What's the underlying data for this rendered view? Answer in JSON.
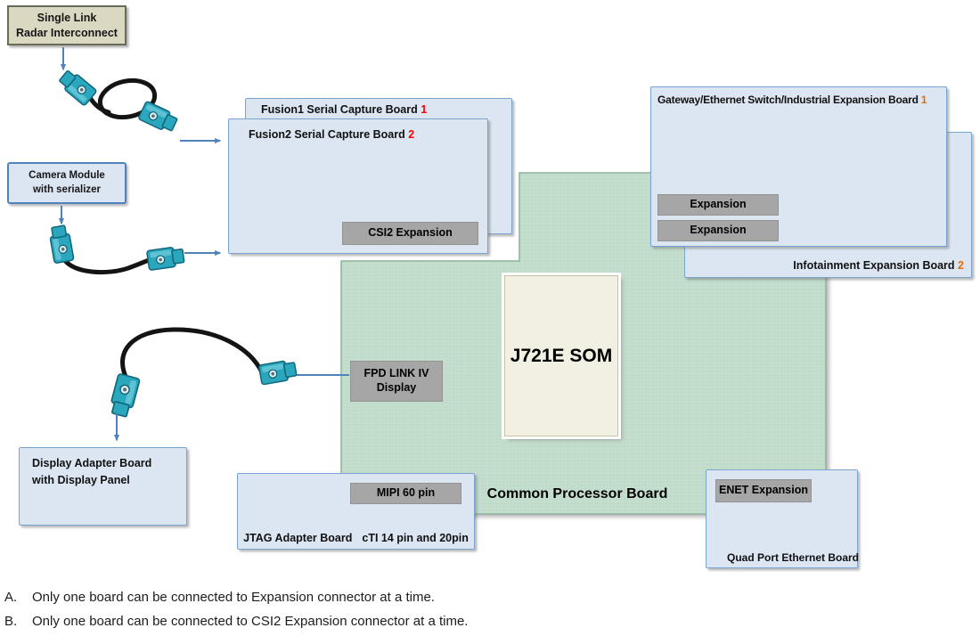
{
  "colors": {
    "board_fill": "#dce6f2",
    "board_border": "#7ba3cf",
    "green_board_fill": "#c4decd",
    "green_board_border": "#8fb29e",
    "tag_gray": "#a6a6a6",
    "radar_box_fill": "#dbd8c2",
    "som_fill": "#f2efe3",
    "arrow_blue": "#4f81bd",
    "fusion_number_red": "#ff0000",
    "expansion_number_orange": "#e36c0a",
    "cable_black": "#141414",
    "connector_teal": "#2aa7bd"
  },
  "boxes": {
    "radar": {
      "line1": "Single Link",
      "line2": "Radar Interconnect"
    },
    "camera": {
      "line1": "Camera Module",
      "line2": "with serializer"
    },
    "fusion1": {
      "title": "Fusion1 Serial Capture Board",
      "number": "1"
    },
    "fusion2": {
      "title": "Fusion2 Serial Capture Board",
      "number": "2"
    },
    "csi2_tag": "CSI2 Expansion",
    "gateway": {
      "title": "Gateway/Ethernet Switch/Industrial Expansion Board",
      "number": "1"
    },
    "infotainment": {
      "title": "Infotainment Expansion Board",
      "number": "2"
    },
    "expansion_tag_1": "Expansion",
    "expansion_tag_2": "Expansion",
    "common_board": {
      "label": "Common Processor Board"
    },
    "som": {
      "label": "J721E SOM"
    },
    "fpd_tag": {
      "line1": "FPD LINK IV",
      "line2": "Display"
    },
    "display_adapter": {
      "line1": "Display Adapter Board",
      "line2": "with Display Panel"
    },
    "jtag": {
      "label_left": "JTAG Adapter Board",
      "label_right": "cTI 14 pin and 20pin"
    },
    "mipi_tag": "MIPI 60 pin",
    "enet_tag": "ENET Expansion",
    "quad_port": {
      "label": "Quad Port Ethernet Board"
    }
  },
  "notes": [
    {
      "letter": "A.",
      "text": "Only one board can be connected to Expansion connector at a time."
    },
    {
      "letter": "B.",
      "text": "Only one board can be connected to CSI2 Expansion connector at a time."
    }
  ]
}
